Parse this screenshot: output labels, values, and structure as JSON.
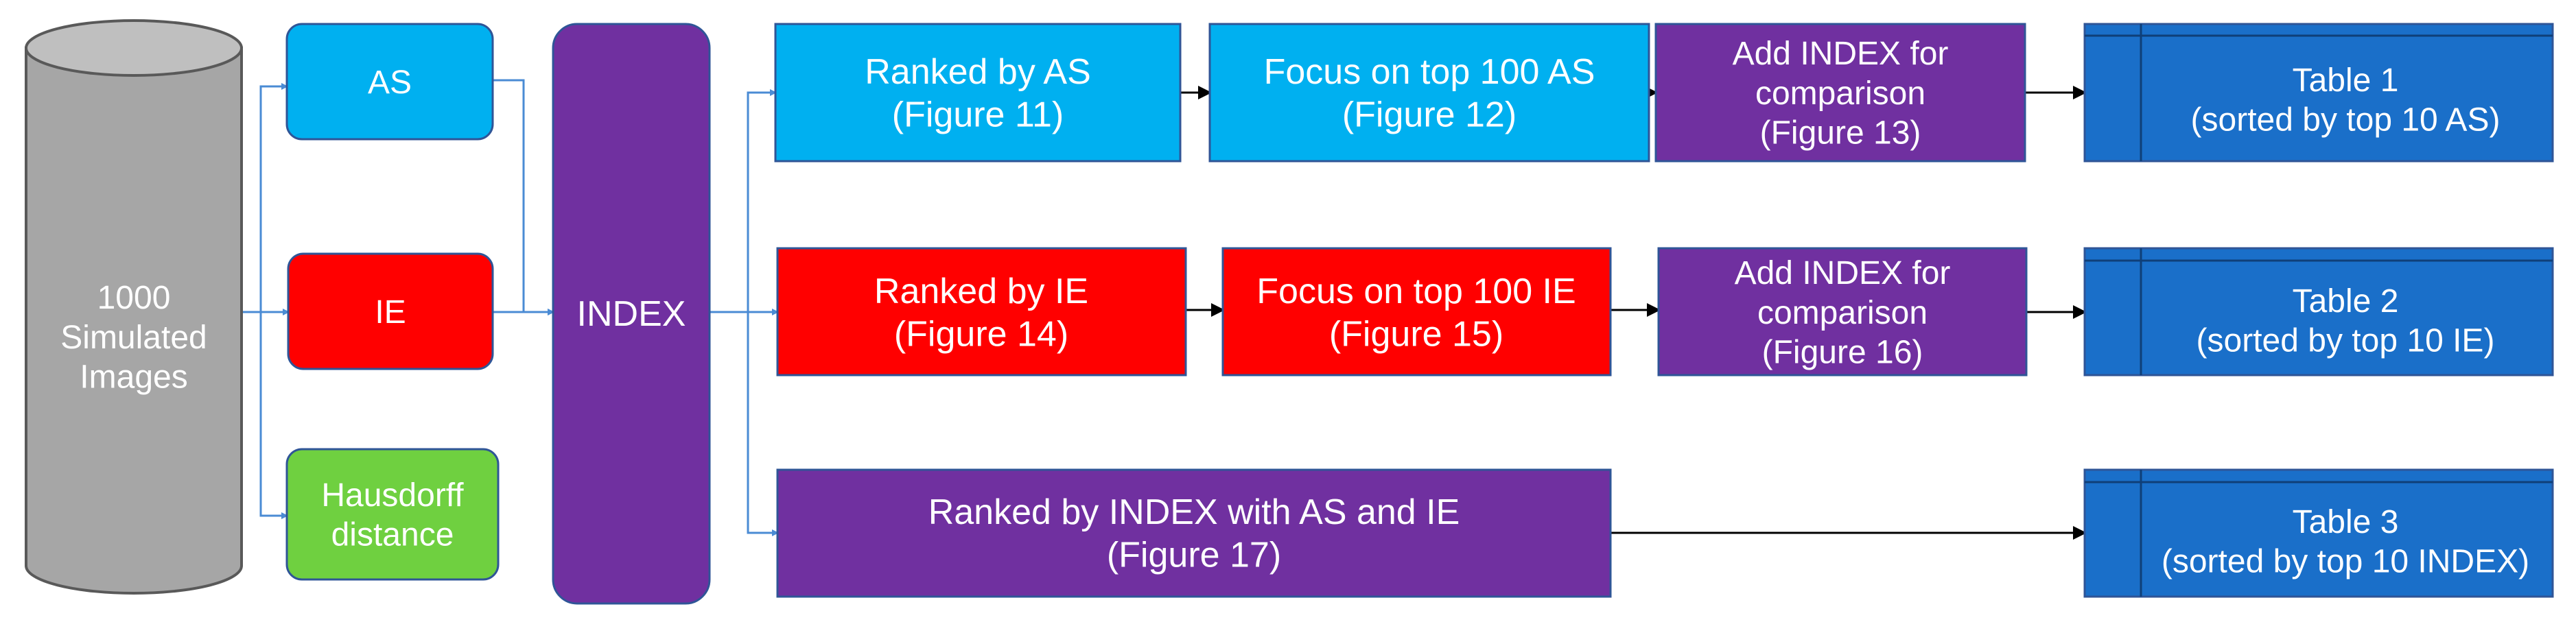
{
  "colors": {
    "cylinder": "#a6a6a6",
    "light_blue": "#00b0f0",
    "red": "#ff0000",
    "green": "#6fd040",
    "purple": "#7030a0",
    "table_blue": "#1a6fc9",
    "blue_arrow": "#4a8bd4",
    "black_arrow": "#000000"
  },
  "source": {
    "lines": [
      "1000",
      "Simulated",
      "Images"
    ]
  },
  "metrics": {
    "as": {
      "lines": [
        "AS"
      ]
    },
    "ie": {
      "lines": [
        "IE"
      ]
    },
    "hausdorff": {
      "lines": [
        "Hausdorff",
        "distance"
      ]
    }
  },
  "index": {
    "lines": [
      "INDEX"
    ]
  },
  "row_as": {
    "ranked": {
      "lines": [
        "Ranked by AS",
        "(Figure 11)"
      ]
    },
    "focus": {
      "lines": [
        "Focus on top 100 AS",
        "(Figure 12)"
      ]
    },
    "compare": {
      "lines": [
        "Add INDEX for",
        "comparison",
        "(Figure 13)"
      ]
    },
    "table": {
      "lines": [
        "Table 1",
        "(sorted by top 10 AS)"
      ]
    }
  },
  "row_ie": {
    "ranked": {
      "lines": [
        "Ranked by IE",
        "(Figure 14)"
      ]
    },
    "focus": {
      "lines": [
        "Focus on top 100 IE",
        "(Figure 15)"
      ]
    },
    "compare": {
      "lines": [
        "Add INDEX for",
        "comparison",
        "(Figure 16)"
      ]
    },
    "table": {
      "lines": [
        "Table 2",
        "(sorted by top 10 IE)"
      ]
    }
  },
  "row_index": {
    "ranked": {
      "lines": [
        "Ranked by INDEX with AS and IE",
        "(Figure 17)"
      ]
    },
    "table": {
      "lines": [
        "Table 3",
        "(sorted by top 10 INDEX)"
      ]
    }
  }
}
